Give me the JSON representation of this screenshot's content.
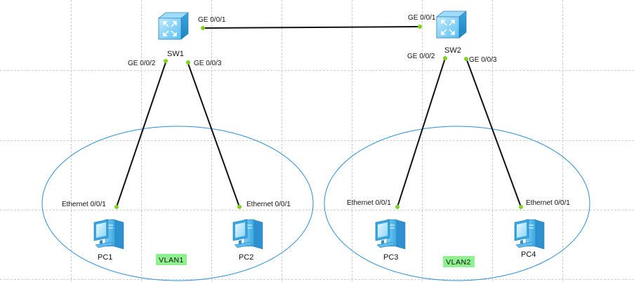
{
  "colors": {
    "grid": "#cfcfcf",
    "link": "#111111",
    "port_dot": "#7ed321",
    "vlan_ring": "#2a8fd6",
    "vlan_badge": "#8ef08e",
    "device_blue": "#4ab3ea"
  },
  "devices": {
    "sw1": {
      "name": "SW1",
      "icon": "switch-icon"
    },
    "sw2": {
      "name": "SW2",
      "icon": "switch-icon"
    },
    "pc1": {
      "name": "PC1",
      "icon": "pc-icon"
    },
    "pc2": {
      "name": "PC2",
      "icon": "pc-icon"
    },
    "pc3": {
      "name": "PC3",
      "icon": "pc-icon"
    },
    "pc4": {
      "name": "PC4",
      "icon": "pc-icon"
    }
  },
  "ports": {
    "sw1_ge001": "GE 0/0/1",
    "sw1_ge002": "GE 0/0/2",
    "sw1_ge003": "GE 0/0/3",
    "sw2_ge001": "GE 0/0/1",
    "sw2_ge002": "GE 0/0/2",
    "sw2_ge003": "GE 0/0/3",
    "pc1_eth": "Ethernet 0/0/1",
    "pc2_eth": "Ethernet 0/0/1",
    "pc3_eth": "Ethernet 0/0/1",
    "pc4_eth": "Ethernet 0/0/1"
  },
  "vlans": {
    "vlan1": "VLAN1",
    "vlan2": "VLAN2"
  }
}
